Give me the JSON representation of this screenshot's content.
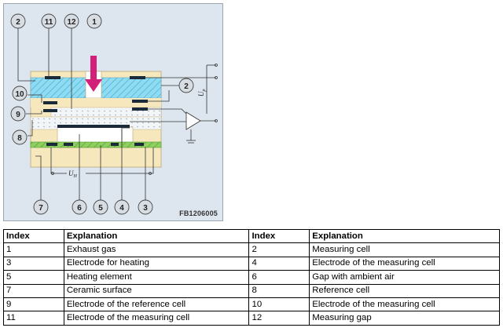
{
  "diagram": {
    "callouts": [
      "2",
      "11",
      "12",
      "1",
      "10",
      "9",
      "8",
      "7",
      "6",
      "5",
      "4",
      "3"
    ],
    "callout_right_2": "2",
    "voltage_top": "U",
    "voltage_top_sub": "p",
    "voltage_bottom": "U",
    "voltage_bottom_sub": "H",
    "figure_code": "FB1206005",
    "colors": {
      "panel": "#dde6ee",
      "ceramic": "#f5e6b8",
      "gas_hatch": "#7ad3ee",
      "gap_dots": "#eef3f6",
      "heater": "#7fc45a",
      "electrode": "#1a2a3a",
      "arrow": "#d2207a",
      "callout_fill": "#d7dde2"
    }
  },
  "table": {
    "headers": [
      "Index",
      "Explanation",
      "Index",
      "Explanation"
    ],
    "rows": [
      [
        "1",
        "Exhaust gas",
        "2",
        "Measuring cell"
      ],
      [
        "3",
        "Electrode for heating",
        "4",
        "Electrode of the measuring cell"
      ],
      [
        "5",
        "Heating element",
        "6",
        "Gap with ambient air"
      ],
      [
        "7",
        "Ceramic surface",
        "8",
        "Reference cell"
      ],
      [
        "9",
        "Electrode of the reference cell",
        "10",
        "Electrode of the measuring cell"
      ],
      [
        "11",
        "Electrode of the measuring cell",
        "12",
        "Measuring gap"
      ]
    ]
  }
}
